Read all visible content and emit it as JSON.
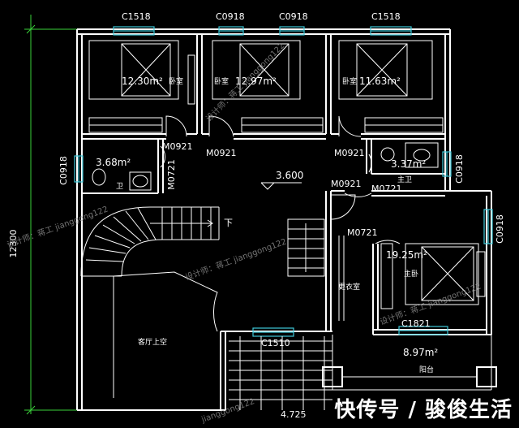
{
  "windows": {
    "c1518_left": "C1518",
    "c0918_a": "C0918",
    "c0918_b": "C0918",
    "c1518_right": "C1518",
    "c0918_west": "C0918",
    "c0918_east_a": "C0918",
    "c0918_east_b": "C0918",
    "c1821": "C1821",
    "c1510": "C1510"
  },
  "doors": {
    "m0921_a": "M0921",
    "m0921_b": "M0921",
    "m0921_c": "M0921",
    "m0921_d": "M0921",
    "m0721_a": "M0721",
    "m0721_b": "M0721",
    "m0721_c": "M0721"
  },
  "rooms": {
    "bed1_area": "12.30m²",
    "bed1_name": "卧室",
    "bed2_name": "卧室",
    "bed2_area": "12.97m²",
    "bed3_name": "卧室",
    "bed3_area": "11.63m²",
    "bath1_area": "3.68m²",
    "bath1_name": "卫",
    "bath2_area": "3.37m²",
    "bath2_name": "主卫",
    "master_area": "19.25m²",
    "master_name": "主卧",
    "closet_name": "更衣室",
    "void_name": "客厅上空",
    "balcony_area": "8.97m²",
    "balcony_name": "阳台",
    "stair_down": "下"
  },
  "levels": {
    "floor": "3.600",
    "lower": "4.725"
  },
  "dimension": {
    "total": "12300"
  },
  "watermarks": {
    "w1": "设计师：蒋工 jianggong122",
    "w2": "设计师：蒋工 jianggong122",
    "w3": "设计师：蒋工 jianggong122",
    "w4": "设计师：蒋工 jianggong122",
    "w5": "jianggong122"
  },
  "brand": "快传号 / 骏俊生活",
  "colors": {
    "wall": "#ffffff",
    "window": "#3ec8d8",
    "dimension": "#3ad23a",
    "background": "#000000"
  }
}
